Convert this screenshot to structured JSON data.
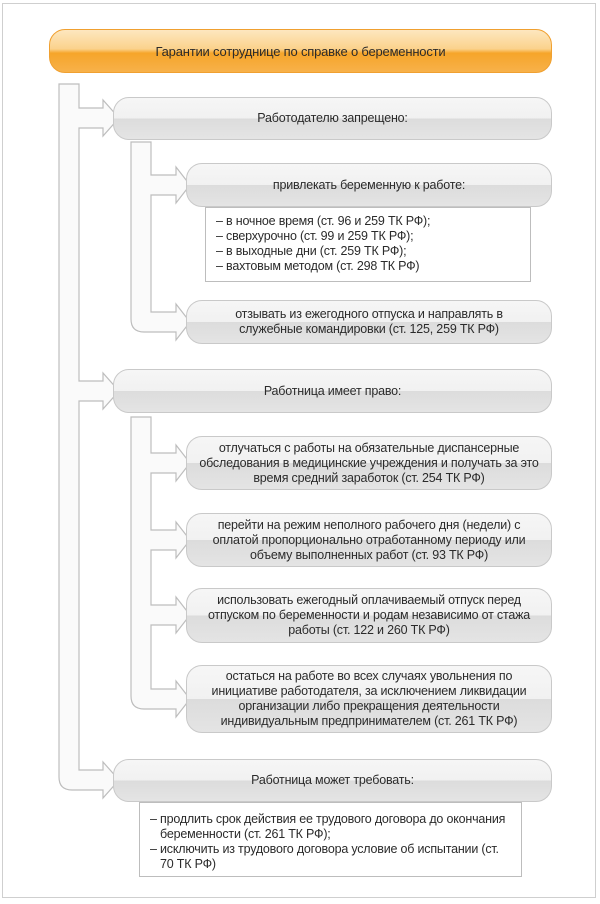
{
  "title": "Гарантии сотруднице по справке о беременности",
  "employer_forbidden": {
    "heading": "Работодателю запрещено:",
    "involve": {
      "heading": "привлекать беременную к работе:",
      "items": [
        "– в ночное время (ст. 96 и 259 ТК РФ);",
        "– сверхурочно (ст. 99 и 259 ТК РФ);",
        "– в выходные дни (ст. 259 ТК РФ);",
        "– вахтовым методом (ст. 298 ТК РФ)"
      ]
    },
    "recall": "отзывать из ежегодного отпуска и направлять в служебные командировки (ст. 125, 259 ТК РФ)"
  },
  "employee_rights": {
    "heading": "Работница имеет право:",
    "items": [
      "отлучаться с работы на обязательные диспансерные обследования в медицинские учреждения и получать за это время средний заработок (ст. 254 ТК РФ)",
      "перейти на режим неполного рабочего дня (недели) с оплатой пропорционально отработанному периоду или объему выполненных работ (ст. 93 ТК РФ)",
      "использовать ежегодный оплачиваемый отпуск перед отпуском по беременности и родам независимо от стажа работы (ст. 122 и 260 ТК РФ)",
      "остаться на работе во всех случаях увольнения по инициативе работодателя, за исключением ликвидации организации либо прекращения деятельности индивидуальным предпринимателем (ст. 261 ТК РФ)"
    ]
  },
  "employee_demands": {
    "heading": "Работница может требовать:",
    "items": [
      "– продлить срок действия ее трудового договора до окончания беременности (ст. 261 ТК РФ);",
      "– исключить из трудового договора условие об испытании (ст. 70 ТК РФ)"
    ]
  }
}
